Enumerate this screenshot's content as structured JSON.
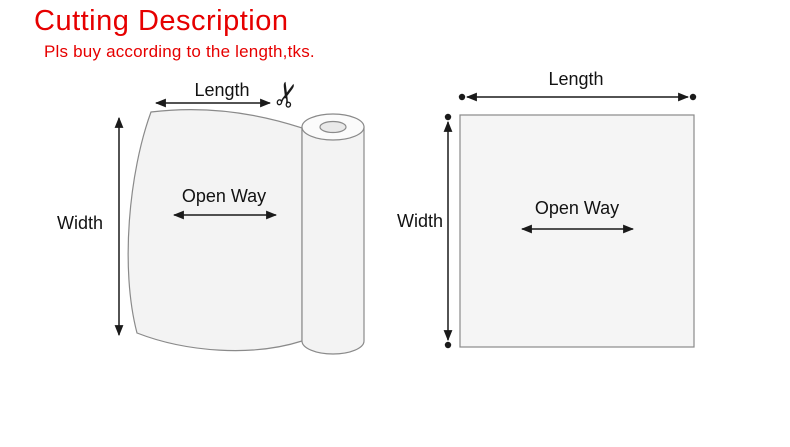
{
  "header": {
    "title": "Cutting Description",
    "subtitle": "Pls buy according to the length,tks."
  },
  "roll_diagram": {
    "length_label": "Length",
    "width_label": "Width",
    "open_way_label": "Open Way",
    "scissors_icon": "✂"
  },
  "flat_diagram": {
    "length_label": "Length",
    "width_label": "Width",
    "open_way_label": "Open Way"
  },
  "colors": {
    "title_red": "#e60000",
    "outline_gray": "#8a8a8a",
    "sheet_fill": "#f3f3f3",
    "arrow_black": "#1a1a1a"
  }
}
